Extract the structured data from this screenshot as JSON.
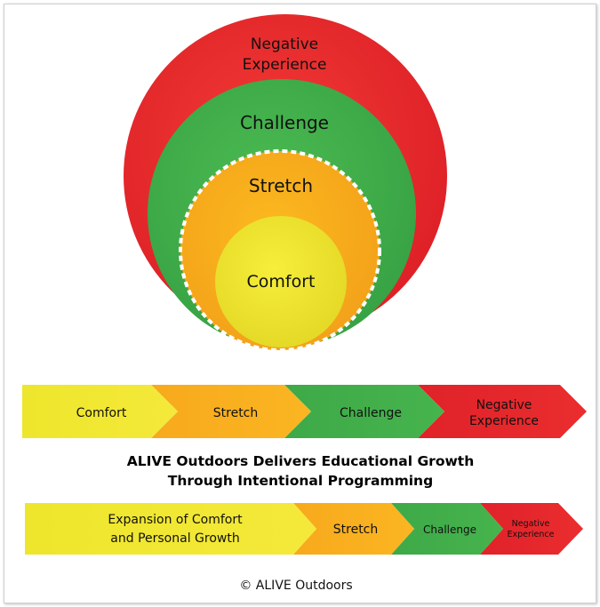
{
  "circles": {
    "negative": "Negative Experience",
    "negative_line1": "Negative",
    "negative_line2": "Experience",
    "challenge": "Challenge",
    "stretch": "Stretch",
    "comfort": "Comfort"
  },
  "bar1": {
    "comfort": "Comfort",
    "stretch": "Stretch",
    "challenge": "Challenge",
    "negative_line1": "Negative",
    "negative_line2": "Experience"
  },
  "headline": {
    "line1": "ALIVE Outdoors Delivers Educational Growth",
    "line2": "Through Intentional Programming"
  },
  "bar2": {
    "comfort_line1": "Expansion of Comfort",
    "comfort_line2": "and Personal Growth",
    "stretch": "Stretch",
    "challenge": "Challenge",
    "negative_line1": "Negative",
    "negative_line2": "Experience"
  },
  "footer": "© ALIVE Outdoors",
  "colors": {
    "red": "#e8262a",
    "green": "#3fae49",
    "orange": "#f7a81b",
    "yellow": "#ede32a"
  }
}
